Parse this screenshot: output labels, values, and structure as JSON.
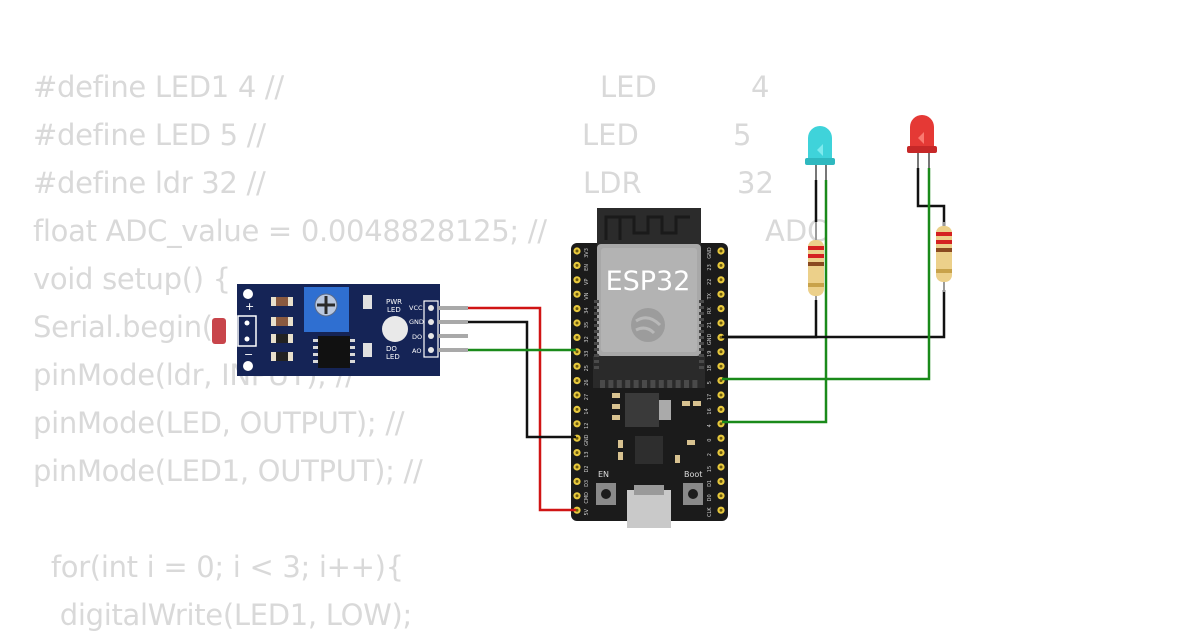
{
  "code": {
    "lines": [
      "#define LED1 4 //",
      "#define LED 5 //",
      "#define ldr 32 //",
      "float ADC_value = 0.0048828125; //",
      "void setup() {",
      "Serial.begin(",
      "pinMode(ldr, INPUT); //",
      "pinMode(LED, OUTPUT); //",
      "pinMode(LED1, OUTPUT); //",
      "",
      "  for(int i = 0; i < 3; i++){",
      "   digitalWrite(LED1, LOW);"
    ],
    "comments": [
      {
        "word": "LED",
        "value": "4"
      },
      {
        "word": "LED",
        "value": "5"
      },
      {
        "word": "LDR",
        "value": "32"
      },
      {
        "word": "ADC",
        "value": ""
      }
    ]
  },
  "board": {
    "name": "ESP32",
    "left_pins": [
      "3V3",
      "EN",
      "VP",
      "VN",
      "34",
      "35",
      "32",
      "33",
      "25",
      "26",
      "27",
      "14",
      "12",
      "GND",
      "13",
      "D2",
      "D3",
      "CMD",
      "5V"
    ],
    "right_pins": [
      "GND",
      "23",
      "22",
      "TX",
      "RX",
      "21",
      "GND",
      "19",
      "18",
      "5",
      "17",
      "16",
      "4",
      "0",
      "2",
      "15",
      "D1",
      "D0",
      "CLK"
    ],
    "en_label": "EN",
    "boot_label": "Boot"
  },
  "ldr_module": {
    "pins": [
      "VCC",
      "GND",
      "DO",
      "AO"
    ],
    "pwr_led_label": [
      "PWR",
      "LED"
    ],
    "do_led_label": [
      "DO",
      "LED"
    ],
    "plus": "+",
    "minus": "−"
  },
  "leds": [
    {
      "color": "cyan",
      "hex": "#3fd3da"
    },
    {
      "color": "red",
      "hex": "#e53935"
    }
  ],
  "wire_colors": {
    "power": "#d01414",
    "ground": "#111111",
    "signal": "#1a8a1a"
  }
}
